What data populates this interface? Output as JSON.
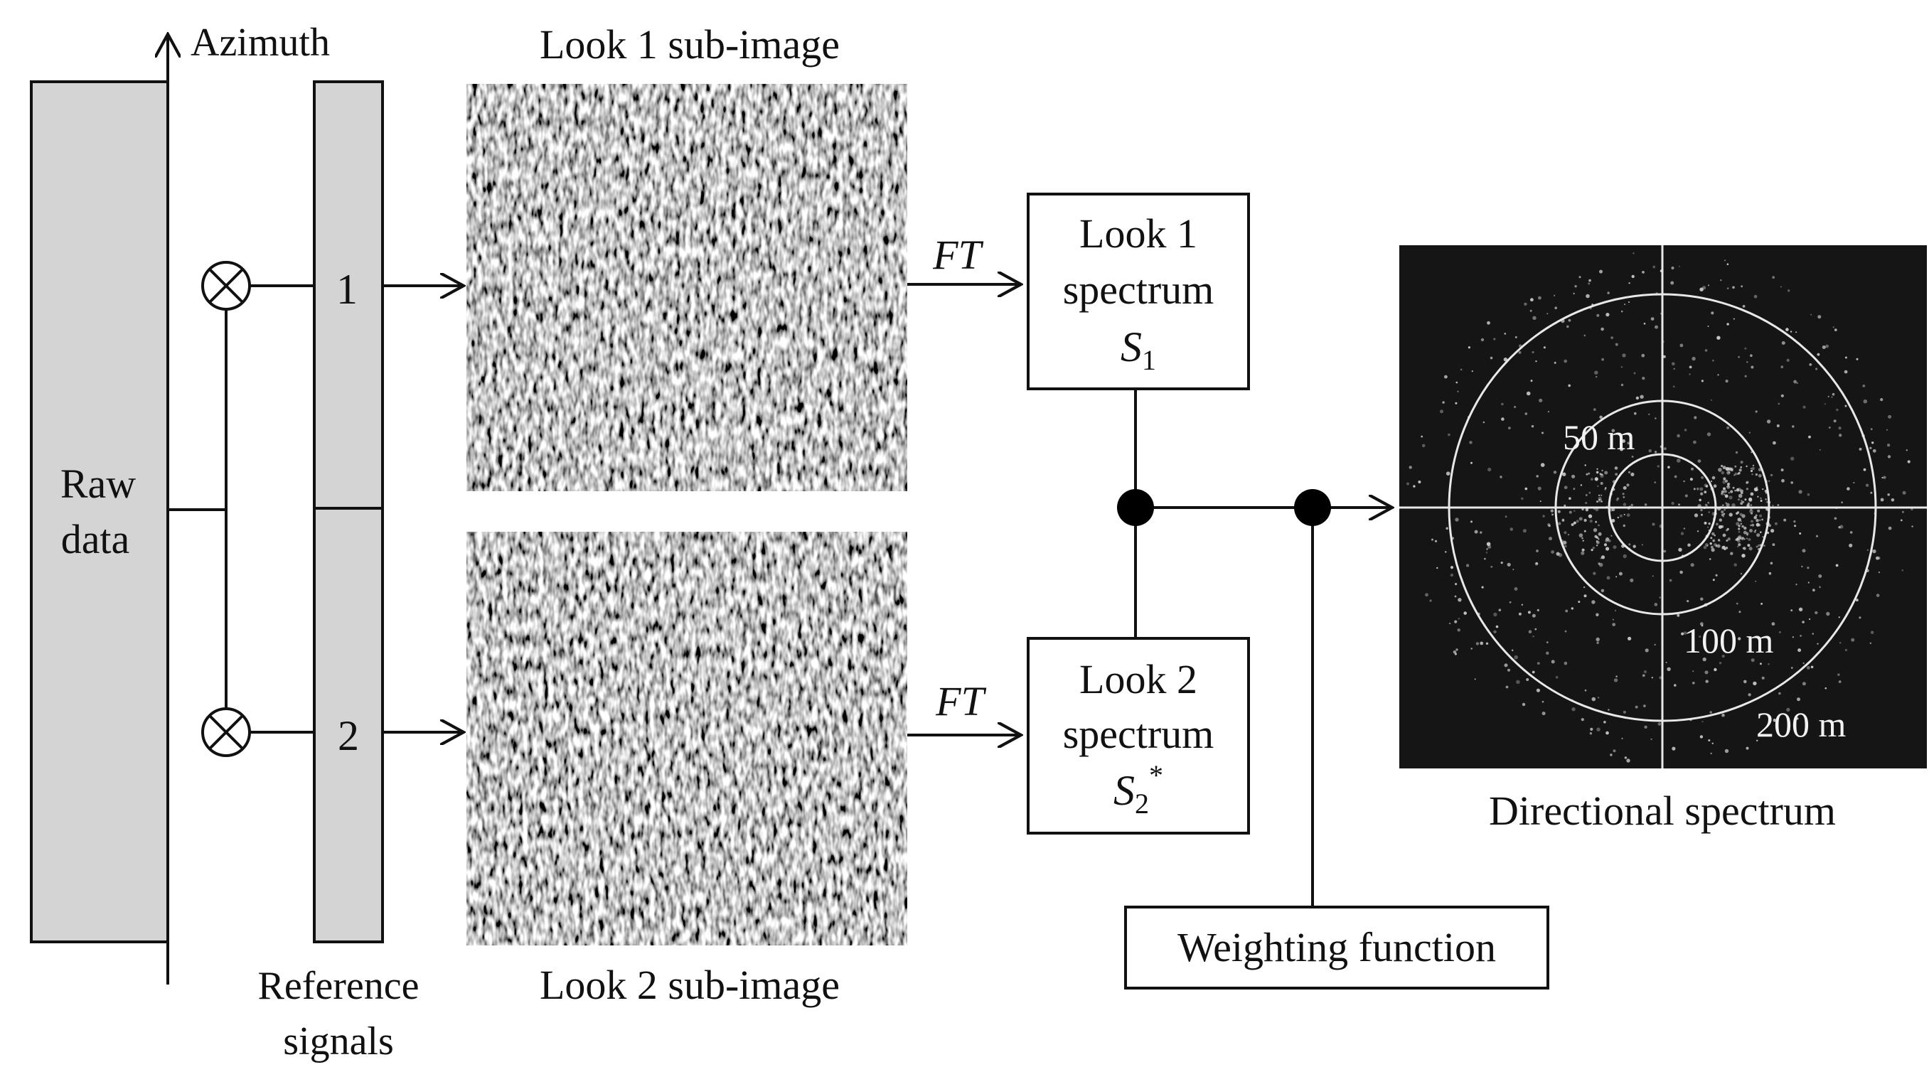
{
  "axis": {
    "azimuth_label": "Azimuth"
  },
  "raw_data": {
    "line1": "Raw",
    "line2": "data"
  },
  "reference": {
    "ch1": "1",
    "ch2": "2",
    "label_line1": "Reference",
    "label_line2": "signals"
  },
  "look1": {
    "subimage_label": "Look 1 sub-image",
    "ft": "FT",
    "box_line1": "Look 1",
    "box_line2": "spectrum",
    "sym": "S",
    "sub": "1",
    "sup": ""
  },
  "look2": {
    "subimage_label": "Look 2 sub-image",
    "ft": "FT",
    "box_line1": "Look 2",
    "box_line2": "spectrum",
    "sym": "S",
    "sub": "2",
    "sup": "*"
  },
  "weighting": {
    "label": "Weighting function"
  },
  "spectrum": {
    "label": "Directional spectrum",
    "ring_50": "50 m",
    "ring_100": "100 m",
    "ring_200": "200 m"
  },
  "colors": {
    "block_fill": "#d4d4d4",
    "line": "#111111",
    "spectrum_bg": "#151515",
    "ring": "#e8e8e8"
  }
}
